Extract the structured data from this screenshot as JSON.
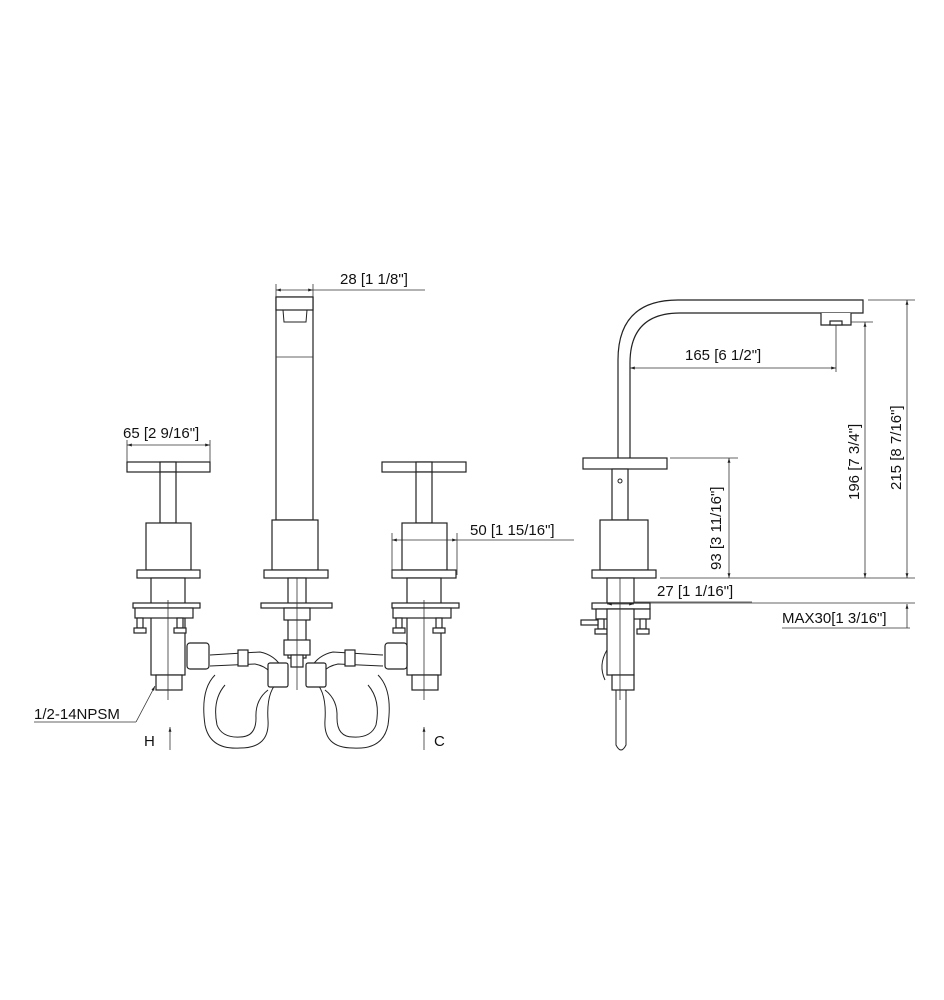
{
  "front_view": {
    "spout_width": "28 [1 1/8\"]",
    "handle_width": "65 [2 9/16\"]",
    "body_width": "50 [1 15/16\"]",
    "thread_spec": "1/2-14NPSM",
    "hot_label": "H",
    "cold_label": "C"
  },
  "side_view": {
    "spout_reach": "165 [6 1/2\"]",
    "spout_outlet_height": "196 [7 3/4\"]",
    "overall_height": "215 [8 7/16\"]",
    "handle_height": "93 [3 11/16\"]",
    "shank_width": "27 [1 1/16\"]",
    "max_deck_thickness": "MAX30[1 3/16\"]"
  },
  "colors": {
    "line": "#222222",
    "background": "#ffffff"
  }
}
